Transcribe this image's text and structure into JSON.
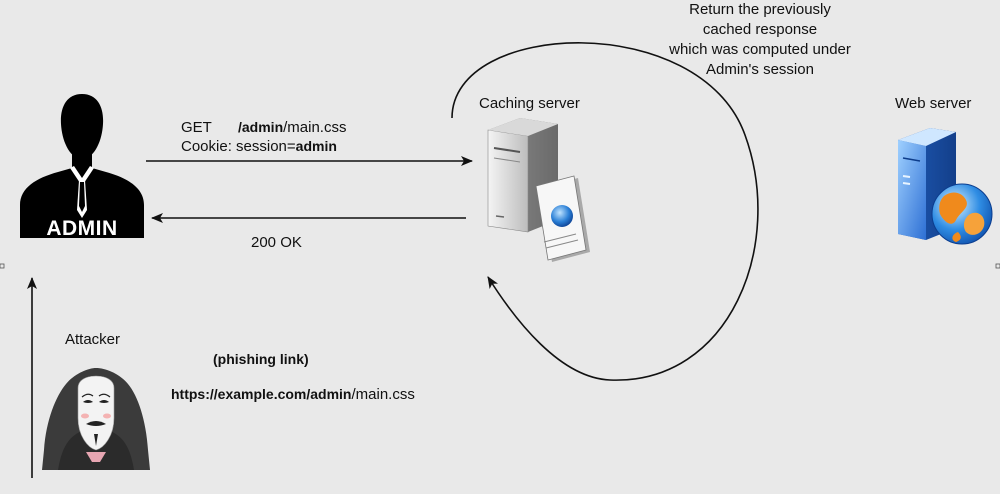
{
  "labels": {
    "request_get": "GET",
    "request_path_bold": "/admin",
    "request_path_rest": "/main.css",
    "cookie_prefix": "Cookie: session=",
    "cookie_value": "admin",
    "response": "200 OK",
    "caching_server": "Caching server",
    "web_server": "Web server",
    "cache_note": [
      "Return the previously",
      "cached response",
      "which was computed under",
      "Admin's session"
    ],
    "attacker": "Attacker",
    "phishing": "(phishing link)",
    "url_bold": "https://example.com/admin",
    "url_rest": "/main.css",
    "admin_badge": "ADMIN"
  },
  "icons": {
    "admin": "admin-silhouette-icon",
    "attacker": "hooded-mask-icon",
    "cache": "server-with-document-icon",
    "web": "server-with-globe-icon"
  },
  "colors": {
    "background": "#e9e9e9",
    "arrow": "#111111",
    "server_blue": "#3a78d8",
    "globe_orange": "#f08a1c"
  }
}
